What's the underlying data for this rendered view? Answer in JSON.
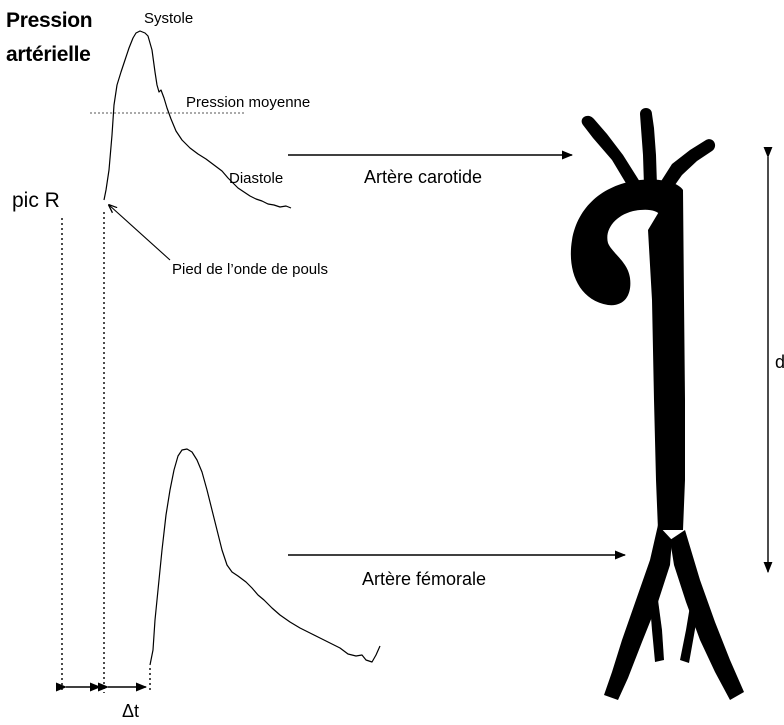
{
  "labels": {
    "title_line1": "Pression",
    "title_line2": "artérielle",
    "systole": "Systole",
    "mean_pressure": "Pression moyenne",
    "diastole": "Diastole",
    "carotid": "Artère carotide",
    "femoral": "Artère fémorale",
    "foot": "Pied de l’onde de pouls",
    "r_peak": "pic R",
    "delta_t": "Δt",
    "distance": "d"
  },
  "colors": {
    "ink": "#000000",
    "background": "#ffffff",
    "dotted": "#555555"
  }
}
